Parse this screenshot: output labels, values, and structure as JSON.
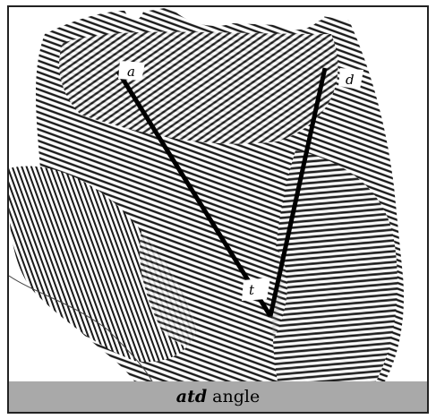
{
  "caption": {
    "term": "atd",
    "rest": "angle",
    "background": "#a9a9a9"
  },
  "points": {
    "a": "a",
    "t": "t",
    "d": "d"
  },
  "colors": {
    "lines": "#000000",
    "ridges": "#1a1a1a"
  }
}
